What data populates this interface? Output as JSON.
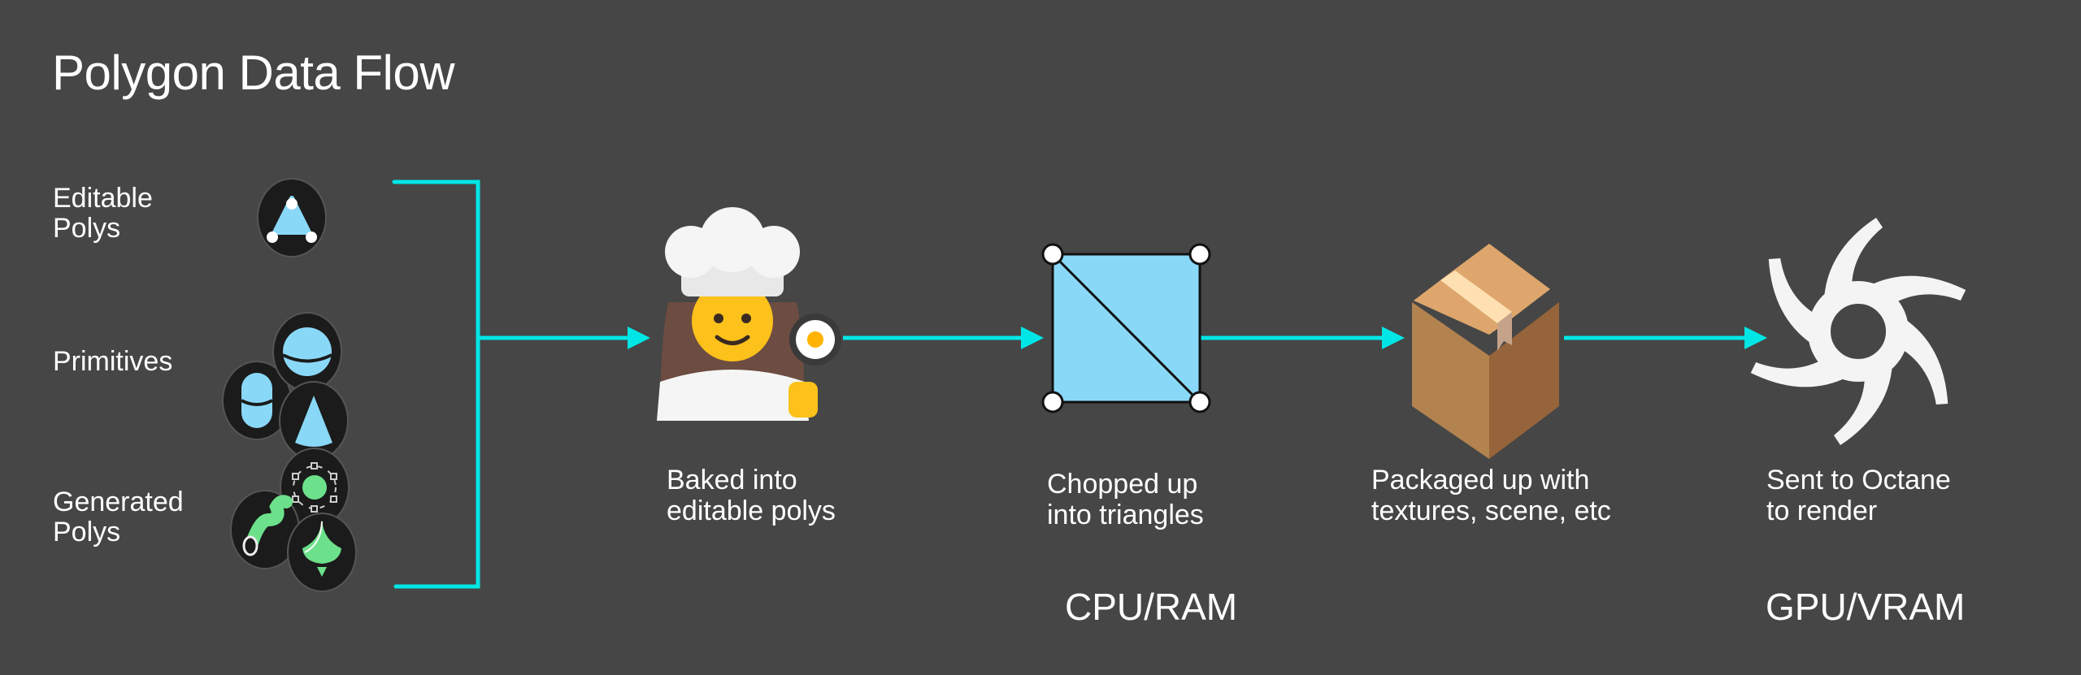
{
  "title": "Polygon Data Flow",
  "sources": [
    {
      "label_lines": [
        "Editable",
        "Polys"
      ],
      "icon": "editable-poly-icon"
    },
    {
      "label_lines": [
        "Primitives"
      ],
      "icon": "primitives-icons"
    },
    {
      "label_lines": [
        "Generated",
        "Polys"
      ],
      "icon": "generator-icons"
    }
  ],
  "steps": [
    {
      "caption_lines": [
        "Baked into",
        "editable polys"
      ],
      "icon": "chef-emoji"
    },
    {
      "caption_lines": [
        "Chopped up",
        "into triangles"
      ],
      "icon": "triangulated-quad"
    },
    {
      "caption_lines": [
        "Packaged up with",
        "textures, scene, etc"
      ],
      "icon": "package-box"
    },
    {
      "caption_lines": [
        "Sent to Octane",
        "to render"
      ],
      "icon": "octane-logo"
    }
  ],
  "stages": {
    "cpu": "CPU/RAM",
    "gpu": "GPU/VRAM"
  },
  "colors": {
    "background": "#464646",
    "arrow": "#00e6e6",
    "poly_blue": "#8ad8f8",
    "gen_green": "#6ce08a"
  }
}
